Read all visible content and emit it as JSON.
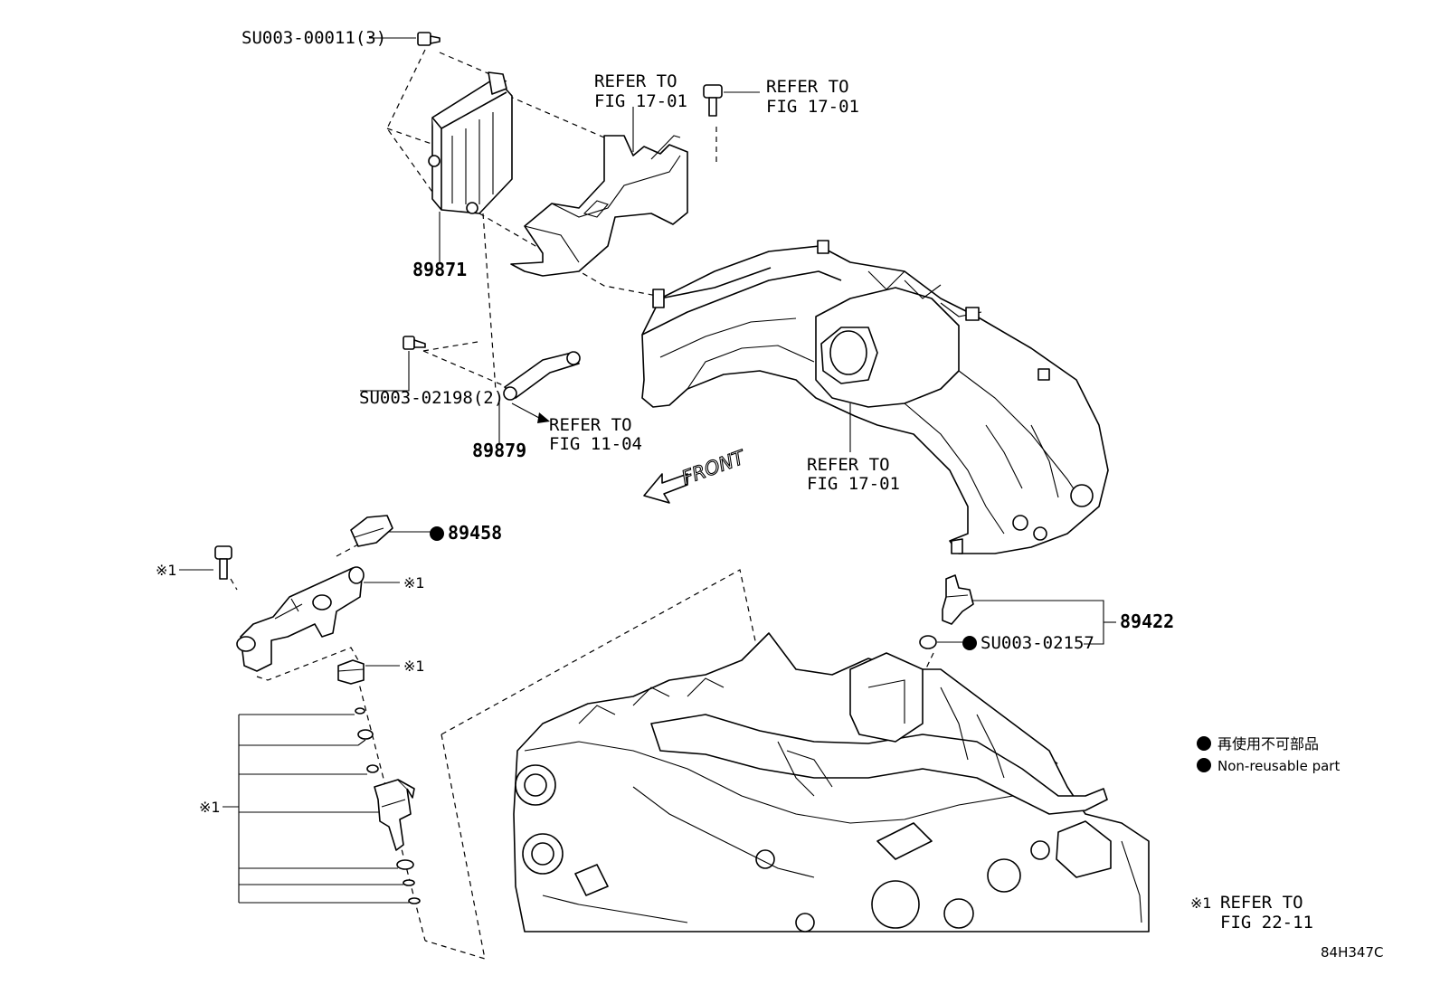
{
  "labels": {
    "bolt_top": "SU003-00011(3)",
    "ecm": "89871",
    "bracket_bolt": "SU003-02198(2)",
    "bracket": "89879",
    "bracket_refer_line1": "REFER TO",
    "bracket_refer_line2": "FIG 11-04",
    "refer_a_line1": "REFER TO",
    "refer_a_line2": "FIG 17-01",
    "refer_b_line1": "REFER TO",
    "refer_b_line2": "FIG 17-01",
    "refer_c_line1": "REFER TO",
    "refer_c_line2": "FIG 17-01",
    "front": "FRONT",
    "sensor_pressure": "89458",
    "note_mark_a": "※1",
    "note_mark_b": "※1",
    "note_mark_c": "※1",
    "note_mark_d": "※1",
    "temp_sensor": "89422",
    "gasket": "SU003-02157",
    "legend_jp": "再使用不可部品",
    "legend_en": "Non-reusable part",
    "footnote_mark": "※1",
    "footnote_line1": "REFER TO",
    "footnote_line2": "FIG 22-11",
    "figure_code": "84H347C"
  },
  "icons": {
    "non_reusable": "filled-circle-icon"
  }
}
